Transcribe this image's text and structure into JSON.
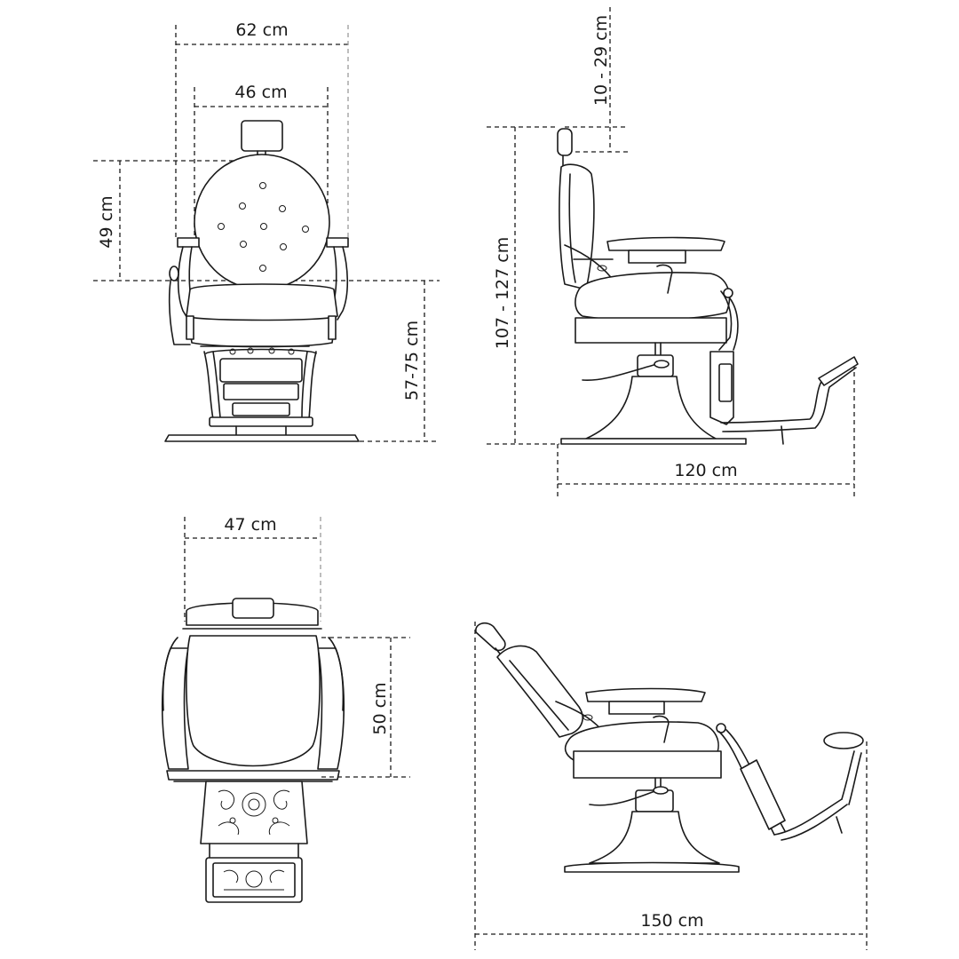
{
  "dimensions": {
    "front_total_width": "62 cm",
    "front_back_width": "46 cm",
    "front_back_height": "49 cm",
    "front_seat_height": "57-75 cm",
    "side_headrest_adjust": "10 - 29 cm",
    "side_total_height": "107 - 127 cm",
    "side_length": "120 cm",
    "top_width": "47 cm",
    "top_depth": "50 cm",
    "reclined_length": "150 cm"
  },
  "colors": {
    "line": "#1a1a1a",
    "guide": "#9a9a9a",
    "background": "#ffffff"
  }
}
